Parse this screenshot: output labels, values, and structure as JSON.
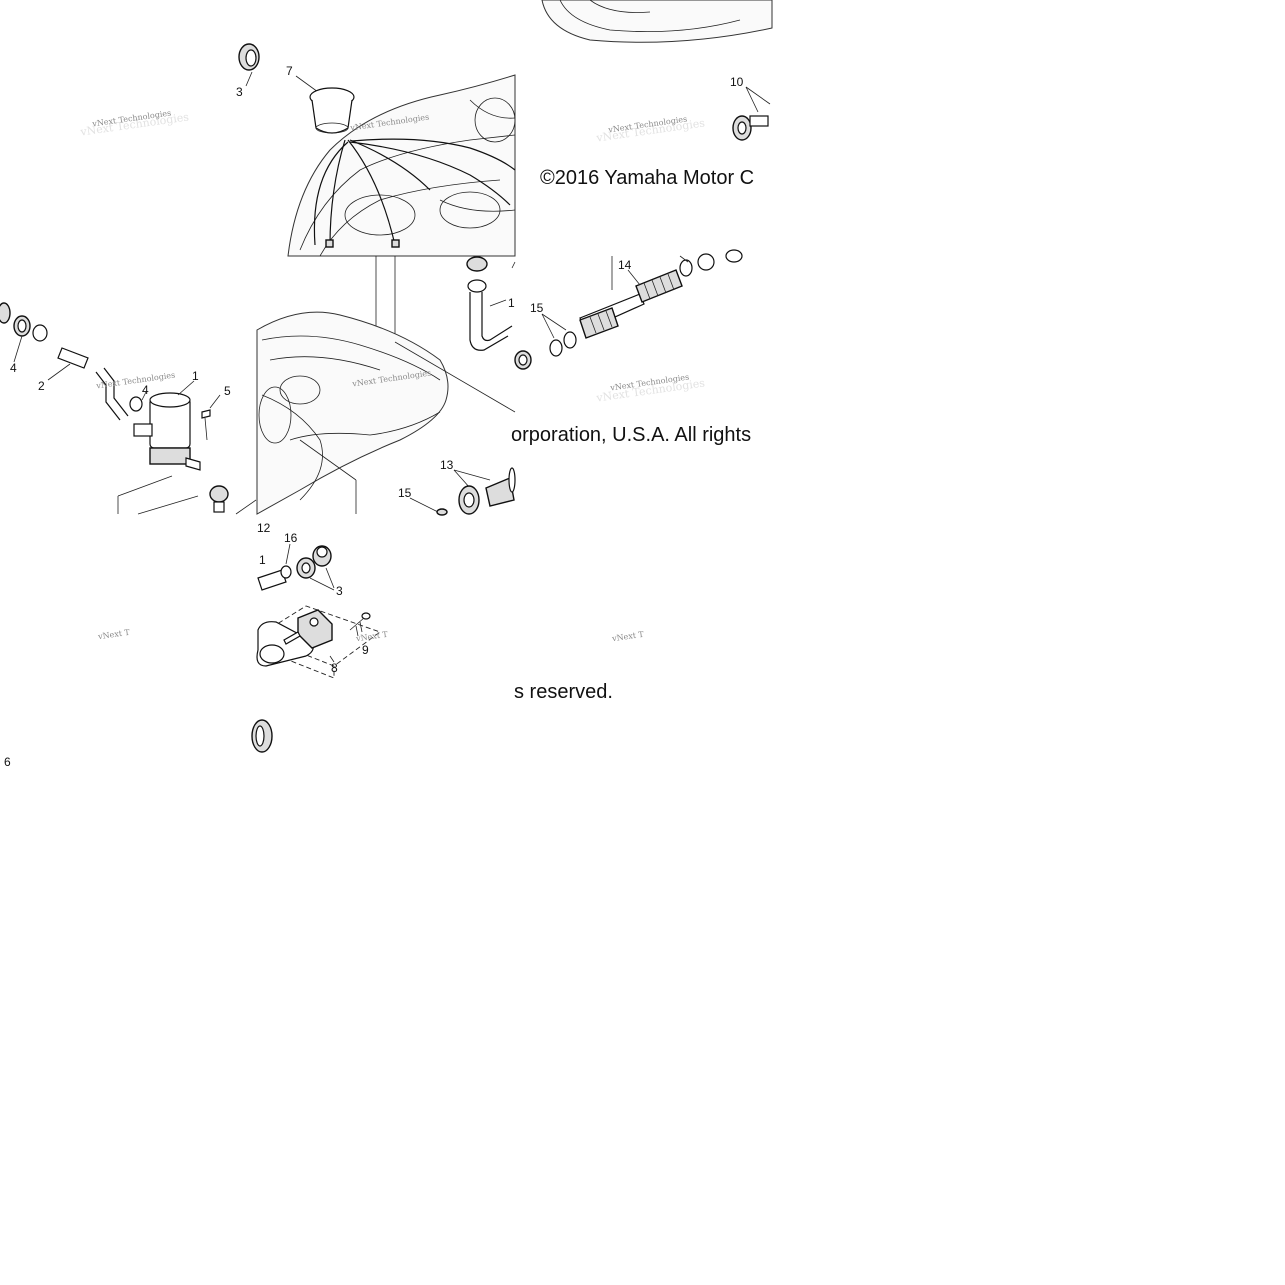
{
  "copyright": {
    "line1": "©2016 Yamaha Motor C",
    "line2": "orporation, U.S.A. All rights",
    "line3": "s reserved."
  },
  "watermark": {
    "text": "vNext Technologies",
    "fragment": "vNext T"
  },
  "callouts": {
    "c1a": "1",
    "c1b": "1",
    "c1c": "1",
    "c2": "2",
    "c3a": "3",
    "c3b": "3",
    "c4a": "4",
    "c4b": "4",
    "c5": "5",
    "c6": "6",
    "c7": "7",
    "c8": "8",
    "c9": "9",
    "c10": "10",
    "c12": "12",
    "c13": "13",
    "c14": "14",
    "c15a": "15",
    "c15b": "15",
    "c16": "16"
  }
}
